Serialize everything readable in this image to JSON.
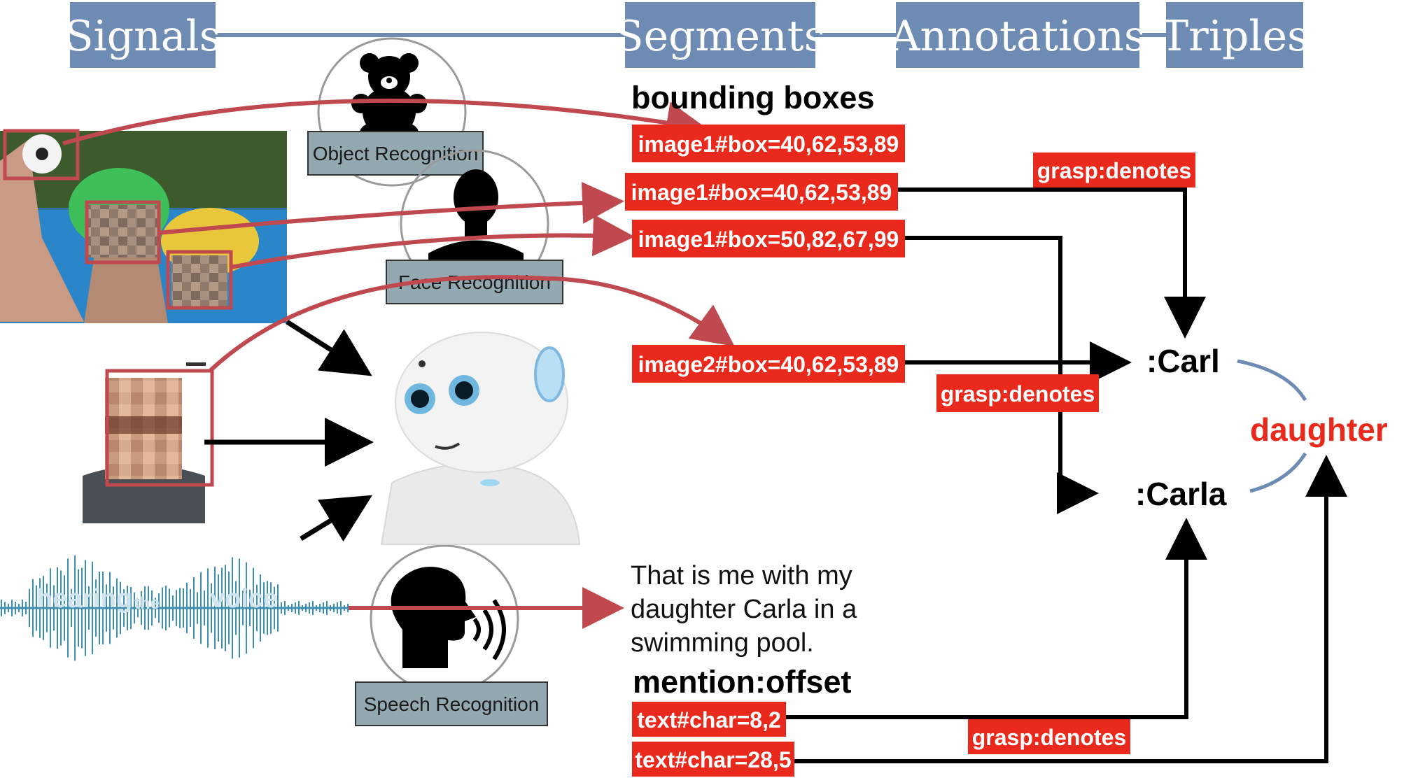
{
  "headers": {
    "signals": "Signals",
    "segments": "Segments",
    "annotations": "Annotations",
    "triples": "Triples"
  },
  "sections": {
    "bounding_boxes": "bounding boxes",
    "mention_offset": "mention:offset"
  },
  "modules": {
    "object": "Object Recognition",
    "face": "Face Recognition",
    "speech": "Speech Recognition"
  },
  "segments": {
    "box1": "image1#box=40,62,53,89",
    "box2": "image1#box=40,62,53,89",
    "box3": "image1#box=50,82,67,99",
    "box4": "image2#box=40,62,53,89",
    "char1": "text#char=8,2",
    "char2": "text#char=28,5"
  },
  "annotations": {
    "denotes_top": "grasp:denotes",
    "denotes_mid": "grasp:denotes",
    "denotes_bottom": "grasp:denotes"
  },
  "triples": {
    "carl": ":Carl",
    "carla": ":Carla",
    "relation": "daughter"
  },
  "transcript": {
    "line1": "That is me with my",
    "line2": "daughter Carla in a",
    "line3": "swimming pool."
  },
  "waveform_words": [
    "hearing",
    "the",
    "voice"
  ],
  "colors": {
    "header_bg": "#6d8bb3",
    "segment_red": "#e8291c",
    "arrow_red": "#c0494f",
    "module_label_bg": "#93a8b1",
    "relation_red": "#e8291c",
    "waveform": "#3c8fb0"
  },
  "icons": [
    "teddy-bear-icon",
    "person-silhouette-icon",
    "speaking-head-icon",
    "robot-icon"
  ]
}
